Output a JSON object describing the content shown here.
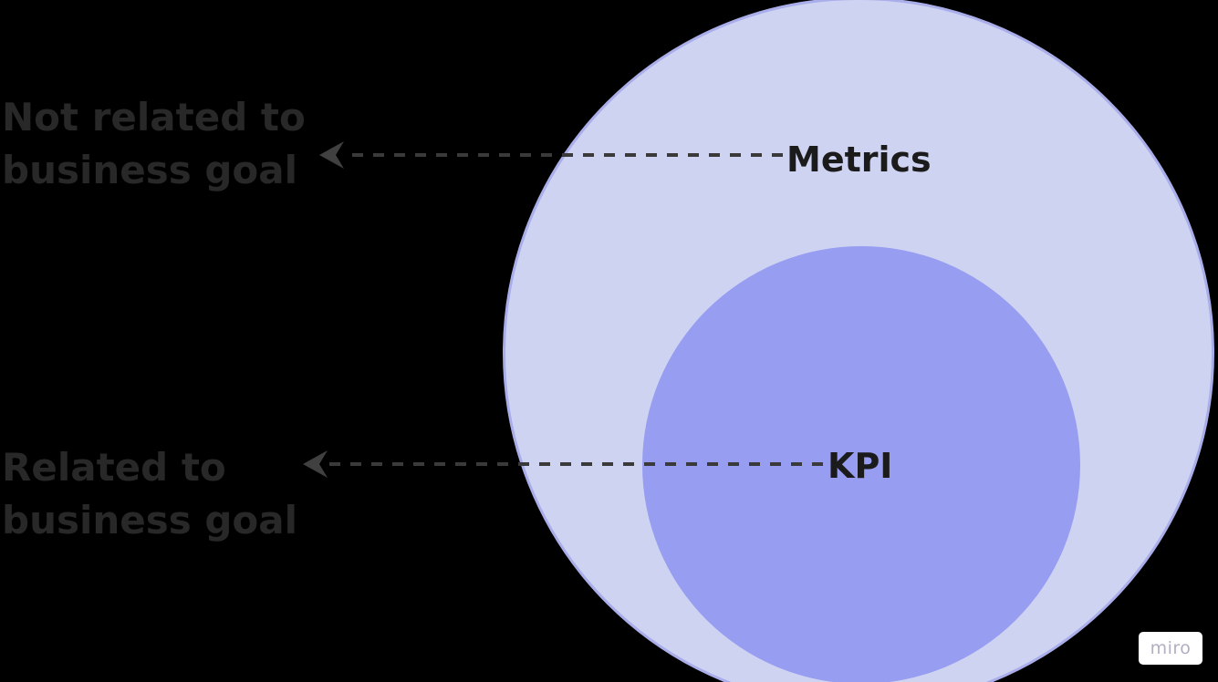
{
  "canvas": {
    "background_color": "#000000"
  },
  "diagram": {
    "outer_circle": {
      "label": "Metrics",
      "fill_color": "#cfd3f2",
      "border_color": "#a9aeea"
    },
    "inner_circle": {
      "label": "KPI",
      "fill_color": "#979df0"
    },
    "annotations": [
      {
        "line1": "Not related to",
        "line2": "business goal",
        "points_to": "Metrics"
      },
      {
        "line1": "Related to",
        "line2": "business goal",
        "points_to": "KPI"
      }
    ],
    "arrow_color": "#3a3a3a",
    "annotation_text_color": "#282828"
  },
  "watermark": {
    "label": "miro"
  }
}
